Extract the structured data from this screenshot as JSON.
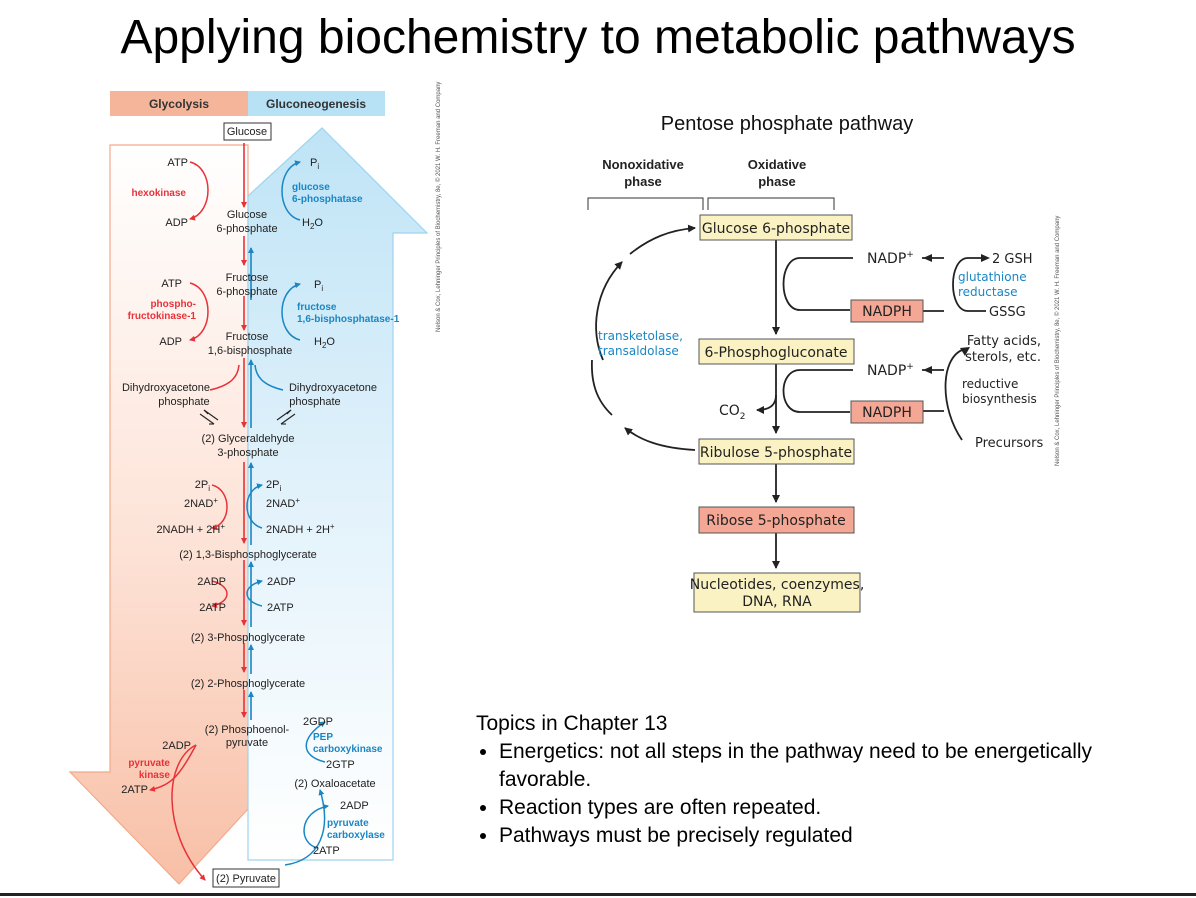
{
  "title": "Applying biochemistry to metabolic pathways",
  "left_figure": {
    "header_glycolysis": "Glycolysis",
    "header_gluconeogenesis": "Gluconeogenesis",
    "glucose": "Glucose",
    "atp": "ATP",
    "adp": "ADP",
    "hexokinase": "hexokinase",
    "g6p_line1": "Glucose",
    "g6p_line2": "6-phosphate",
    "pi": "P",
    "pi_sub": "i",
    "g6pase_line1": "glucose",
    "g6pase_line2": "6-phosphatase",
    "h2o": "H",
    "h2o_sub": "2",
    "h2o_end": "O",
    "f6p_line1": "Fructose",
    "f6p_line2": "6-phosphate",
    "pfk_line1": "phospho-",
    "pfk_line2": "fructokinase-1",
    "fbpase_line1": "fructose",
    "fbpase_line2": "1,6-bisphosphatase-1",
    "fbp_line1": "Fructose",
    "fbp_line2": "1,6-bisphosphate",
    "dhap_line1": "Dihydroxyacetone",
    "dhap_line2": "phosphate",
    "g3p_line1": "(2) Glyceraldehyde",
    "g3p_line2": "3-phosphate",
    "two_pi": "2P",
    "two_nad": "2NAD",
    "two_nadh": "2NADH + 2H",
    "bpg": "(2) 1,3-Bisphosphoglycerate",
    "two_adp": "2ADP",
    "two_atp": "2ATP",
    "pg3": "(2) 3-Phosphoglycerate",
    "pg2": "(2) 2-Phosphoglycerate",
    "pep_line1": "(2) Phosphoenol-",
    "pep_line2": "pyruvate",
    "two_gdp": "2GDP",
    "pepck_line1": "PEP",
    "pepck_line2": "carboxykinase",
    "two_gtp": "2GTP",
    "pk_line1": "pyruvate",
    "pk_line2": "kinase",
    "oaa": "(2) Oxaloacetate",
    "pc_line1": "pyruvate",
    "pc_line2": "carboxylase",
    "pyruvate": "(2) Pyruvate",
    "credit": "Nelson & Cox, Lehninger Principles of Biochemistry, 8e, © 2021 W. H. Freeman and Company"
  },
  "right_figure": {
    "title": "Pentose phosphate pathway",
    "nonox_line1": "Nonoxidative",
    "nonox_line2": "phase",
    "ox_line1": "Oxidative",
    "ox_line2": "phase",
    "g6p": "Glucose 6-phosphate",
    "nadp": "NADP",
    "nadph": "NADPH",
    "two_gsh": "2 GSH",
    "gr_line1": "glutathione",
    "gr_line2": "reductase",
    "gssg": "GSSG",
    "transket_line1": "transketolase,",
    "transket_line2": "transaldolase",
    "pgluconate": "6-Phosphogluconate",
    "fatty_line1": "Fatty acids,",
    "fatty_line2": "sterols, etc.",
    "reductive_line1": "reductive",
    "reductive_line2": "biosynthesis",
    "co2": "CO",
    "co2_sub": "2",
    "ru5p": "Ribulose 5-phosphate",
    "precursors": "Precursors",
    "r5p": "Ribose 5-phosphate",
    "nucleo_line1": "Nucleotides, coenzymes,",
    "nucleo_line2": "DNA, RNA",
    "credit": "Nelson & Cox, Lehninger Principles of Biochemistry, 8e, © 2021 W. H. Freeman and Company"
  },
  "topics": {
    "heading": "Topics in Chapter 13",
    "items": [
      "Energetics: not all steps in the pathway need to be energetically favorable.",
      "Reaction types are often repeated.",
      "Pathways must be precisely regulated"
    ]
  },
  "colors": {
    "glycolysis": "#e8323a",
    "gluconeogenesis": "#1a86c4",
    "header_glycolysis_bg": "#f5b59a",
    "header_gluconeo_bg": "#b7e2f6",
    "box_yellow": "#fbf2c3",
    "box_salmon": "#f4a795"
  }
}
